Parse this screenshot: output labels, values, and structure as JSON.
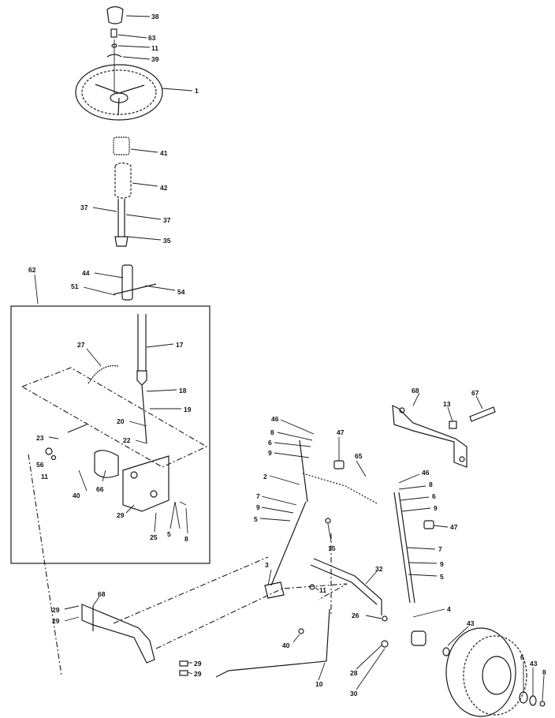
{
  "diagram": {
    "callouts": [
      {
        "id": "c38a",
        "text": "38"
      },
      {
        "id": "c63a",
        "text": "63"
      },
      {
        "id": "c11a",
        "text": "11"
      },
      {
        "id": "c39",
        "text": "39"
      },
      {
        "id": "c1",
        "text": "1"
      },
      {
        "id": "c41",
        "text": "41"
      },
      {
        "id": "c42",
        "text": "42"
      },
      {
        "id": "c37a",
        "text": "37"
      },
      {
        "id": "c37b",
        "text": "37"
      },
      {
        "id": "c35",
        "text": "35"
      },
      {
        "id": "c62",
        "text": "62"
      },
      {
        "id": "c44",
        "text": "44"
      },
      {
        "id": "c51",
        "text": "51"
      },
      {
        "id": "c54",
        "text": "54"
      },
      {
        "id": "c27",
        "text": "27"
      },
      {
        "id": "c17",
        "text": "17"
      },
      {
        "id": "c18",
        "text": "18"
      },
      {
        "id": "c19",
        "text": "19"
      },
      {
        "id": "c20",
        "text": "20"
      },
      {
        "id": "c22",
        "text": "22"
      },
      {
        "id": "c23",
        "text": "23"
      },
      {
        "id": "c56",
        "text": "56"
      },
      {
        "id": "c11b",
        "text": "11"
      },
      {
        "id": "c40a",
        "text": "40"
      },
      {
        "id": "c66",
        "text": "66"
      },
      {
        "id": "c29a",
        "text": "29"
      },
      {
        "id": "c25",
        "text": "25"
      },
      {
        "id": "c5a",
        "text": "5"
      },
      {
        "id": "c8a",
        "text": "8"
      },
      {
        "id": "c68a",
        "text": "68"
      },
      {
        "id": "c13",
        "text": "13"
      },
      {
        "id": "c67",
        "text": "67"
      },
      {
        "id": "c46a",
        "text": "46"
      },
      {
        "id": "c8b",
        "text": "8"
      },
      {
        "id": "c6a",
        "text": "6"
      },
      {
        "id": "c9a",
        "text": "9"
      },
      {
        "id": "c47a",
        "text": "47"
      },
      {
        "id": "c2",
        "text": "2"
      },
      {
        "id": "c7a",
        "text": "7"
      },
      {
        "id": "c9b",
        "text": "9"
      },
      {
        "id": "c5b",
        "text": "5"
      },
      {
        "id": "c65",
        "text": "65"
      },
      {
        "id": "c46b",
        "text": "46"
      },
      {
        "id": "c8c",
        "text": "8"
      },
      {
        "id": "c6b",
        "text": "6"
      },
      {
        "id": "c9c",
        "text": "9"
      },
      {
        "id": "c47b",
        "text": "47"
      },
      {
        "id": "c15",
        "text": "15"
      },
      {
        "id": "c7b",
        "text": "7"
      },
      {
        "id": "c9d",
        "text": "9"
      },
      {
        "id": "c5c",
        "text": "5"
      },
      {
        "id": "c3",
        "text": "3"
      },
      {
        "id": "c32",
        "text": "32"
      },
      {
        "id": "c11c",
        "text": "11"
      },
      {
        "id": "c4",
        "text": "4"
      },
      {
        "id": "c26",
        "text": "26"
      },
      {
        "id": "c43a",
        "text": "43"
      },
      {
        "id": "c68b",
        "text": "68"
      },
      {
        "id": "c29b",
        "text": "29"
      },
      {
        "id": "c29c",
        "text": "29"
      },
      {
        "id": "c40b",
        "text": "40"
      },
      {
        "id": "c6c",
        "text": "6"
      },
      {
        "id": "c43b",
        "text": "43"
      },
      {
        "id": "c8d",
        "text": "8"
      },
      {
        "id": "c29d",
        "text": "29"
      },
      {
        "id": "c29e",
        "text": "29"
      },
      {
        "id": "c10",
        "text": "10"
      },
      {
        "id": "c28",
        "text": "28"
      },
      {
        "id": "c30",
        "text": "30"
      }
    ]
  }
}
